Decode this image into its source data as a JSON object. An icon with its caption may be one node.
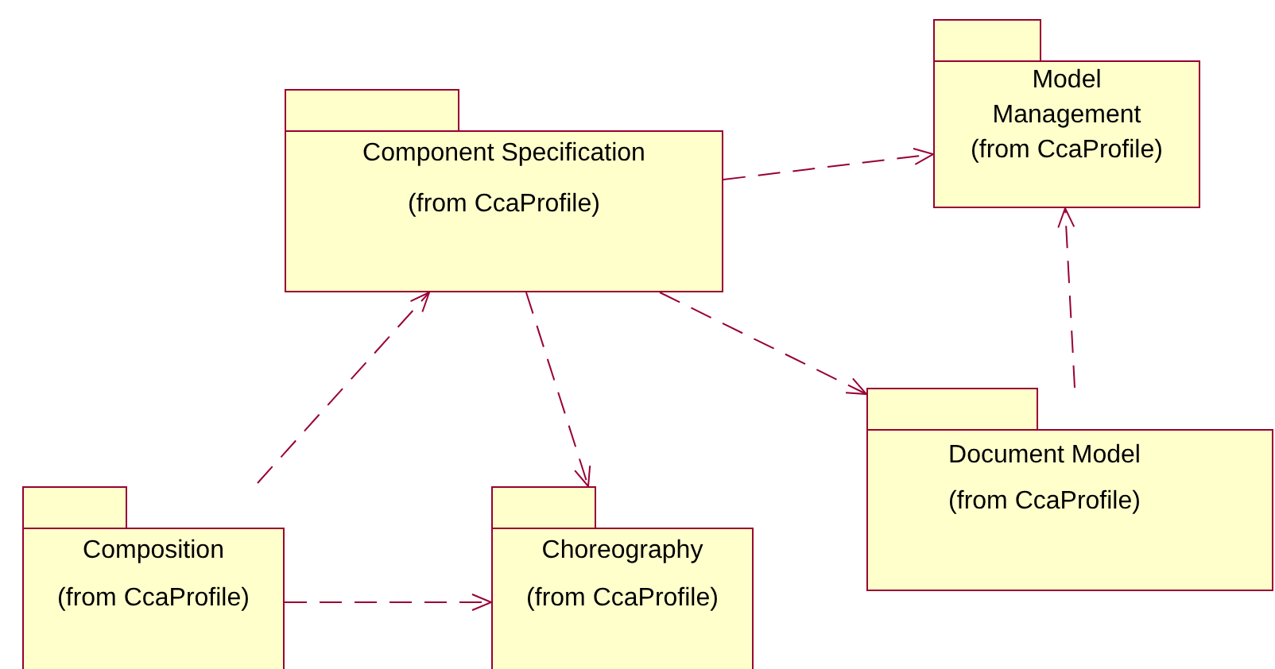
{
  "diagram": {
    "nodes": [
      {
        "text": [
          "Component Specification",
          "(from CcaProfile)"
        ]
      },
      {
        "text": [
          "Model Management",
          "(from CcaProfile)"
        ]
      },
      {
        "text": [
          "Document Model",
          "(from CcaProfile)"
        ]
      },
      {
        "text": [
          "Composition",
          "(from CcaProfile)"
        ]
      },
      {
        "text": [
          "Choreography",
          "(from CcaProfile)"
        ]
      }
    ],
    "edges": [
      {
        "from": 0,
        "to": 1,
        "arrow": "to",
        "style": "dashed"
      },
      {
        "from": 0,
        "to": 2,
        "arrow": "to",
        "style": "dashed"
      },
      {
        "from": 0,
        "to": 4,
        "arrow": "to",
        "style": "dashed"
      },
      {
        "from": 3,
        "to": 0,
        "arrow": "to",
        "style": "dashed"
      },
      {
        "from": 3,
        "to": 4,
        "arrow": "to",
        "style": "dashed"
      },
      {
        "from": 2,
        "to": 1,
        "arrow": "to",
        "style": "dashed"
      }
    ]
  }
}
